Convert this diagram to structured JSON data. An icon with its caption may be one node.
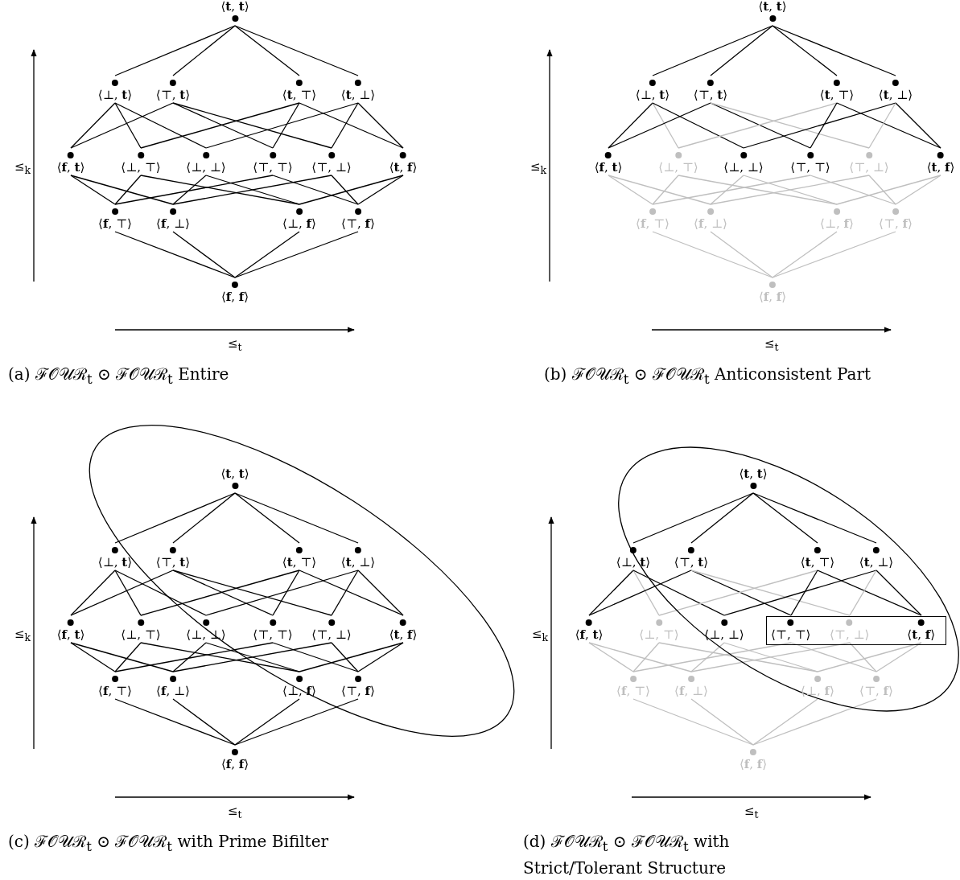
{
  "diagram": {
    "nodes": [
      {
        "text": [
          "⟨**t**, **t**⟩"
        ]
      },
      {
        "text": [
          "⟨⊥, **t**⟩"
        ]
      },
      {
        "text": [
          "⟨⊤, **t**⟩"
        ]
      },
      {
        "text": [
          "⟨**t**, ⊤⟩"
        ]
      },
      {
        "text": [
          "⟨**t**, ⊥⟩"
        ]
      },
      {
        "text": [
          "⟨**f**, **t**⟩"
        ]
      },
      {
        "text": [
          "⟨⊥, ⊤⟩"
        ]
      },
      {
        "text": [
          "⟨⊥, ⊥⟩"
        ]
      },
      {
        "text": [
          "⟨⊤, ⊤⟩"
        ]
      },
      {
        "text": [
          "⟨⊤, ⊥⟩"
        ]
      },
      {
        "text": [
          "⟨**t**, **f**⟩"
        ]
      },
      {
        "text": [
          "⟨**f**, ⊤⟩"
        ]
      },
      {
        "text": [
          "⟨**f**, ⊥⟩"
        ]
      },
      {
        "text": [
          "⟨⊥, **f**⟩"
        ]
      },
      {
        "text": [
          "⟨⊤, **f**⟩"
        ]
      },
      {
        "text": [
          "⟨**f**, **f**⟩"
        ]
      },
      {
        "text": [
          "⟨**t**, **t**⟩"
        ]
      },
      {
        "text": [
          "⟨⊥, **t**⟩"
        ]
      },
      {
        "text": [
          "⟨⊤, **t**⟩"
        ]
      },
      {
        "text": [
          "⟨**t**, ⊤⟩"
        ]
      },
      {
        "text": [
          "⟨**t**, ⊥⟩"
        ]
      },
      {
        "text": [
          "⟨**f**, **t**⟩"
        ]
      },
      {
        "text": [
          "⟨⊥, ⊤⟩"
        ]
      },
      {
        "text": [
          "⟨⊥, ⊥⟩"
        ]
      },
      {
        "text": [
          "⟨⊤, ⊤⟩"
        ]
      },
      {
        "text": [
          "⟨⊤, ⊥⟩"
        ]
      },
      {
        "text": [
          "⟨**t**, **f**⟩"
        ]
      },
      {
        "text": [
          "⟨**f**, ⊤⟩"
        ]
      },
      {
        "text": [
          "⟨**f**, ⊥⟩"
        ]
      },
      {
        "text": [
          "⟨⊥, **f**⟩"
        ]
      },
      {
        "text": [
          "⟨⊤, **f**⟩"
        ]
      },
      {
        "text": [
          "⟨**f**, **f**⟩"
        ]
      },
      {
        "text": [
          "⟨**t**, **t**⟩"
        ]
      },
      {
        "text": [
          "⟨⊥, **t**⟩"
        ]
      },
      {
        "text": [
          "⟨⊤, **t**⟩"
        ]
      },
      {
        "text": [
          "⟨**t**, ⊤⟩"
        ]
      },
      {
        "text": [
          "⟨**t**, ⊥⟩"
        ]
      },
      {
        "text": [
          "⟨**f**, **t**⟩"
        ]
      },
      {
        "text": [
          "⟨⊥, ⊤⟩"
        ]
      },
      {
        "text": [
          "⟨⊥, ⊥⟩"
        ]
      },
      {
        "text": [
          "⟨⊤, ⊤⟩"
        ]
      },
      {
        "text": [
          "⟨⊤, ⊥⟩"
        ]
      },
      {
        "text": [
          "⟨**t**, **f**⟩"
        ]
      },
      {
        "text": [
          "⟨**f**, ⊤⟩"
        ]
      },
      {
        "text": [
          "⟨**f**, ⊥⟩"
        ]
      },
      {
        "text": [
          "⟨⊥, **f**⟩"
        ]
      },
      {
        "text": [
          "⟨⊤, **f**⟩"
        ]
      },
      {
        "text": [
          "⟨**f**, **f**⟩"
        ]
      },
      {
        "text": [
          "⟨**t**, **t**⟩"
        ]
      },
      {
        "text": [
          "⟨⊥, **t**⟩"
        ]
      },
      {
        "text": [
          "⟨⊤, **t**⟩"
        ]
      },
      {
        "text": [
          "⟨**t**, ⊤⟩"
        ]
      },
      {
        "text": [
          "⟨**t**, ⊥⟩"
        ]
      },
      {
        "text": [
          "⟨**f**, **t**⟩"
        ]
      },
      {
        "text": [
          "⟨⊥, ⊤⟩"
        ]
      },
      {
        "text": [
          "⟨⊥, ⊥⟩"
        ]
      },
      {
        "text": [],
        "shape": "box"
      },
      {
        "text": [
          "⟨⊤, ⊤⟩"
        ],
        "in": 56
      },
      {
        "text": [
          "⟨⊤, ⊥⟩"
        ],
        "in": 56
      },
      {
        "text": [
          "⟨**t**, **f**⟩"
        ],
        "in": 56
      },
      {
        "text": [
          "⟨**f**, ⊤⟩"
        ]
      },
      {
        "text": [
          "⟨**f**, ⊥⟩"
        ]
      },
      {
        "text": [
          "⟨⊥, **f**⟩"
        ]
      },
      {
        "text": [
          "⟨⊤, **f**⟩"
        ]
      },
      {
        "text": [
          "⟨**f**, **f**⟩"
        ]
      }
    ],
    "edges": [
      {
        "from": 0,
        "to": 1,
        "arrow": "none"
      },
      {
        "from": 0,
        "to": 2,
        "arrow": "none"
      },
      {
        "from": 0,
        "to": 3,
        "arrow": "none"
      },
      {
        "from": 0,
        "to": 4,
        "arrow": "none"
      },
      {
        "from": 1,
        "to": 5,
        "arrow": "none"
      },
      {
        "from": 1,
        "to": 6,
        "arrow": "none"
      },
      {
        "from": 1,
        "to": 7,
        "arrow": "none"
      },
      {
        "from": 2,
        "to": 5,
        "arrow": "none"
      },
      {
        "from": 2,
        "to": 8,
        "arrow": "none"
      },
      {
        "from": 2,
        "to": 9,
        "arrow": "none"
      },
      {
        "from": 3,
        "to": 6,
        "arrow": "none"
      },
      {
        "from": 3,
        "to": 8,
        "arrow": "none"
      },
      {
        "from": 3,
        "to": 10,
        "arrow": "none"
      },
      {
        "from": 4,
        "to": 7,
        "arrow": "none"
      },
      {
        "from": 4,
        "to": 9,
        "arrow": "none"
      },
      {
        "from": 4,
        "to": 10,
        "arrow": "none"
      },
      {
        "from": 5,
        "to": 11,
        "arrow": "none"
      },
      {
        "from": 5,
        "to": 12,
        "arrow": "none"
      },
      {
        "from": 6,
        "to": 11,
        "arrow": "none"
      },
      {
        "from": 6,
        "to": 13,
        "arrow": "none"
      },
      {
        "from": 7,
        "to": 12,
        "arrow": "none"
      },
      {
        "from": 7,
        "to": 13,
        "arrow": "none"
      },
      {
        "from": 8,
        "to": 11,
        "arrow": "none"
      },
      {
        "from": 8,
        "to": 14,
        "arrow": "none"
      },
      {
        "from": 9,
        "to": 12,
        "arrow": "none"
      },
      {
        "from": 9,
        "to": 14,
        "arrow": "none"
      },
      {
        "from": 10,
        "to": 13,
        "arrow": "none"
      },
      {
        "from": 10,
        "to": 14,
        "arrow": "none"
      },
      {
        "from": 11,
        "to": 15,
        "arrow": "none"
      },
      {
        "from": 12,
        "to": 15,
        "arrow": "none"
      },
      {
        "from": 13,
        "to": 15,
        "arrow": "none"
      },
      {
        "from": 14,
        "to": 15,
        "arrow": "none"
      },
      {
        "from": 16,
        "to": 17,
        "arrow": "none"
      },
      {
        "from": 16,
        "to": 18,
        "arrow": "none"
      },
      {
        "from": 16,
        "to": 19,
        "arrow": "none"
      },
      {
        "from": 16,
        "to": 20,
        "arrow": "none"
      },
      {
        "from": 17,
        "to": 21,
        "arrow": "none"
      },
      {
        "from": 17,
        "to": 22,
        "arrow": "none",
        "color": "#bfbfbf"
      },
      {
        "from": 17,
        "to": 23,
        "arrow": "none"
      },
      {
        "from": 18,
        "to": 21,
        "arrow": "none"
      },
      {
        "from": 18,
        "to": 24,
        "arrow": "none"
      },
      {
        "from": 18,
        "to": 25,
        "arrow": "none",
        "color": "#bfbfbf"
      },
      {
        "from": 19,
        "to": 22,
        "arrow": "none",
        "color": "#bfbfbf"
      },
      {
        "from": 19,
        "to": 24,
        "arrow": "none"
      },
      {
        "from": 19,
        "to": 26,
        "arrow": "none"
      },
      {
        "from": 20,
        "to": 23,
        "arrow": "none"
      },
      {
        "from": 20,
        "to": 25,
        "arrow": "none",
        "color": "#bfbfbf"
      },
      {
        "from": 20,
        "to": 26,
        "arrow": "none"
      },
      {
        "from": 21,
        "to": 27,
        "arrow": "none",
        "color": "#bfbfbf"
      },
      {
        "from": 21,
        "to": 28,
        "arrow": "none",
        "color": "#bfbfbf"
      },
      {
        "from": 22,
        "to": 27,
        "arrow": "none",
        "color": "#bfbfbf"
      },
      {
        "from": 22,
        "to": 29,
        "arrow": "none",
        "color": "#bfbfbf"
      },
      {
        "from": 23,
        "to": 28,
        "arrow": "none",
        "color": "#bfbfbf"
      },
      {
        "from": 23,
        "to": 29,
        "arrow": "none",
        "color": "#bfbfbf"
      },
      {
        "from": 24,
        "to": 27,
        "arrow": "none",
        "color": "#bfbfbf"
      },
      {
        "from": 24,
        "to": 30,
        "arrow": "none",
        "color": "#bfbfbf"
      },
      {
        "from": 25,
        "to": 28,
        "arrow": "none",
        "color": "#bfbfbf"
      },
      {
        "from": 25,
        "to": 30,
        "arrow": "none",
        "color": "#bfbfbf"
      },
      {
        "from": 26,
        "to": 29,
        "arrow": "none",
        "color": "#bfbfbf"
      },
      {
        "from": 26,
        "to": 30,
        "arrow": "none",
        "color": "#bfbfbf"
      },
      {
        "from": 27,
        "to": 31,
        "arrow": "none",
        "color": "#bfbfbf"
      },
      {
        "from": 28,
        "to": 31,
        "arrow": "none",
        "color": "#bfbfbf"
      },
      {
        "from": 29,
        "to": 31,
        "arrow": "none",
        "color": "#bfbfbf"
      },
      {
        "from": 30,
        "to": 31,
        "arrow": "none",
        "color": "#bfbfbf"
      },
      {
        "from": 32,
        "to": 33,
        "arrow": "none"
      },
      {
        "from": 32,
        "to": 34,
        "arrow": "none"
      },
      {
        "from": 32,
        "to": 35,
        "arrow": "none"
      },
      {
        "from": 32,
        "to": 36,
        "arrow": "none"
      },
      {
        "from": 33,
        "to": 37,
        "arrow": "none"
      },
      {
        "from": 33,
        "to": 38,
        "arrow": "none"
      },
      {
        "from": 33,
        "to": 39,
        "arrow": "none"
      },
      {
        "from": 34,
        "to": 37,
        "arrow": "none"
      },
      {
        "from": 34,
        "to": 40,
        "arrow": "none"
      },
      {
        "from": 34,
        "to": 41,
        "arrow": "none"
      },
      {
        "from": 35,
        "to": 38,
        "arrow": "none"
      },
      {
        "from": 35,
        "to": 40,
        "arrow": "none"
      },
      {
        "from": 35,
        "to": 42,
        "arrow": "none"
      },
      {
        "from": 36,
        "to": 39,
        "arrow": "none"
      },
      {
        "from": 36,
        "to": 41,
        "arrow": "none"
      },
      {
        "from": 36,
        "to": 42,
        "arrow": "none"
      },
      {
        "from": 37,
        "to": 43,
        "arrow": "none"
      },
      {
        "from": 37,
        "to": 44,
        "arrow": "none"
      },
      {
        "from": 38,
        "to": 43,
        "arrow": "none"
      },
      {
        "from": 38,
        "to": 45,
        "arrow": "none"
      },
      {
        "from": 39,
        "to": 44,
        "arrow": "none"
      },
      {
        "from": 39,
        "to": 45,
        "arrow": "none"
      },
      {
        "from": 40,
        "to": 43,
        "arrow": "none"
      },
      {
        "from": 40,
        "to": 46,
        "arrow": "none"
      },
      {
        "from": 41,
        "to": 44,
        "arrow": "none"
      },
      {
        "from": 41,
        "to": 46,
        "arrow": "none"
      },
      {
        "from": 42,
        "to": 45,
        "arrow": "none"
      },
      {
        "from": 42,
        "to": 46,
        "arrow": "none"
      },
      {
        "from": 43,
        "to": 47,
        "arrow": "none"
      },
      {
        "from": 44,
        "to": 47,
        "arrow": "none"
      },
      {
        "from": 45,
        "to": 47,
        "arrow": "none"
      },
      {
        "from": 46,
        "to": 47,
        "arrow": "none"
      },
      {
        "from": 48,
        "to": 49,
        "arrow": "none"
      },
      {
        "from": 48,
        "to": 50,
        "arrow": "none"
      },
      {
        "from": 48,
        "to": 51,
        "arrow": "none"
      },
      {
        "from": 48,
        "to": 52,
        "arrow": "none"
      },
      {
        "from": 49,
        "to": 53,
        "arrow": "none"
      },
      {
        "from": 49,
        "to": 54,
        "arrow": "none",
        "color": "#bfbfbf"
      },
      {
        "from": 49,
        "to": 55,
        "arrow": "none"
      },
      {
        "from": 50,
        "to": 53,
        "arrow": "none"
      },
      {
        "from": 50,
        "to": 57,
        "arrow": "none"
      },
      {
        "from": 50,
        "to": 58,
        "arrow": "none",
        "color": "#bfbfbf"
      },
      {
        "from": 51,
        "to": 54,
        "arrow": "none",
        "color": "#bfbfbf"
      },
      {
        "from": 51,
        "to": 57,
        "arrow": "none"
      },
      {
        "from": 51,
        "to": 59,
        "arrow": "none"
      },
      {
        "from": 52,
        "to": 55,
        "arrow": "none"
      },
      {
        "from": 52,
        "to": 58,
        "arrow": "none",
        "color": "#bfbfbf"
      },
      {
        "from": 52,
        "to": 59,
        "arrow": "none"
      },
      {
        "from": 53,
        "to": 60,
        "arrow": "none",
        "color": "#bfbfbf"
      },
      {
        "from": 53,
        "to": 61,
        "arrow": "none",
        "color": "#bfbfbf"
      },
      {
        "from": 54,
        "to": 60,
        "arrow": "none",
        "color": "#bfbfbf"
      },
      {
        "from": 54,
        "to": 62,
        "arrow": "none",
        "color": "#bfbfbf"
      },
      {
        "from": 55,
        "to": 61,
        "arrow": "none",
        "color": "#bfbfbf"
      },
      {
        "from": 55,
        "to": 62,
        "arrow": "none",
        "color": "#bfbfbf"
      },
      {
        "from": 57,
        "to": 60,
        "arrow": "none",
        "color": "#bfbfbf"
      },
      {
        "from": 57,
        "to": 63,
        "arrow": "none",
        "color": "#bfbfbf"
      },
      {
        "from": 58,
        "to": 61,
        "arrow": "none",
        "color": "#bfbfbf"
      },
      {
        "from": 58,
        "to": 63,
        "arrow": "none",
        "color": "#bfbfbf"
      },
      {
        "from": 59,
        "to": 62,
        "arrow": "none",
        "color": "#bfbfbf"
      },
      {
        "from": 59,
        "to": 63,
        "arrow": "none",
        "color": "#bfbfbf"
      },
      {
        "from": 60,
        "to": 64,
        "arrow": "none",
        "color": "#bfbfbf"
      },
      {
        "from": 61,
        "to": 64,
        "arrow": "none",
        "color": "#bfbfbf"
      },
      {
        "from": 62,
        "to": 64,
        "arrow": "none",
        "color": "#bfbfbf"
      },
      {
        "from": 63,
        "to": 64,
        "arrow": "none",
        "color": "#bfbfbf"
      }
    ],
    "labels": [
      "≤$_{k}$",
      "≤$_{t}$",
      "(a) ℱ𝒪𝒰ℛ$_{t}$ ⊙ ℱ𝒪𝒰ℛ$_{t}$ Entire",
      "≤$_{k}$",
      "≤$_{t}$",
      "(b) ℱ𝒪𝒰ℛ$_{t}$ ⊙ ℱ𝒪𝒰ℛ$_{t}$ Anticonsistent Part",
      "≤$_{k}$",
      "≤$_{t}$",
      "(c) ℱ𝒪𝒰ℛ$_{t}$ ⊙ ℱ𝒪𝒰ℛ$_{t}$ with Prime Bifilter",
      "≤$_{k}$",
      "≤$_{t}$",
      "(d) ℱ𝒪𝒰ℛ$_{t}$ ⊙ ℱ𝒪𝒰ℛ$_{t}$ with Strict/Tolerant Structure"
    ]
  }
}
